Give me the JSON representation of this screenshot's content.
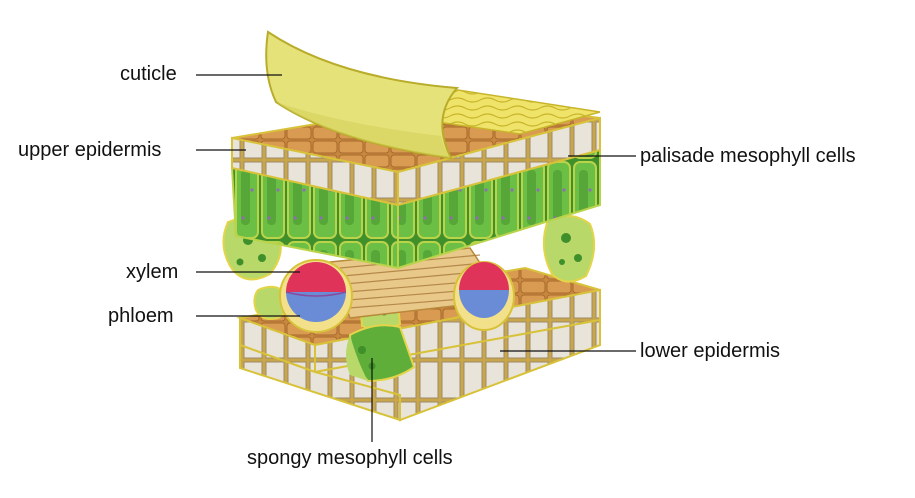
{
  "labels": {
    "cuticle": "cuticle",
    "upper_epidermis": "upper epidermis",
    "xylem": "xylem",
    "phloem": "phloem",
    "palisade_mesophyll": "palisade mesophyll cells",
    "lower_epidermis": "lower epidermis",
    "spongy_mesophyll": "spongy mesophyll cells"
  },
  "colors": {
    "cuticle": "#e6e27a",
    "epidermis_top": "#c98a45",
    "epidermis_side": "#d8d2c4",
    "palisade": "#5fae3a",
    "spongy": "#b8d86a",
    "xylem": "#e0335a",
    "phloem": "#6a8bd6",
    "outline": "#d8c23a"
  }
}
